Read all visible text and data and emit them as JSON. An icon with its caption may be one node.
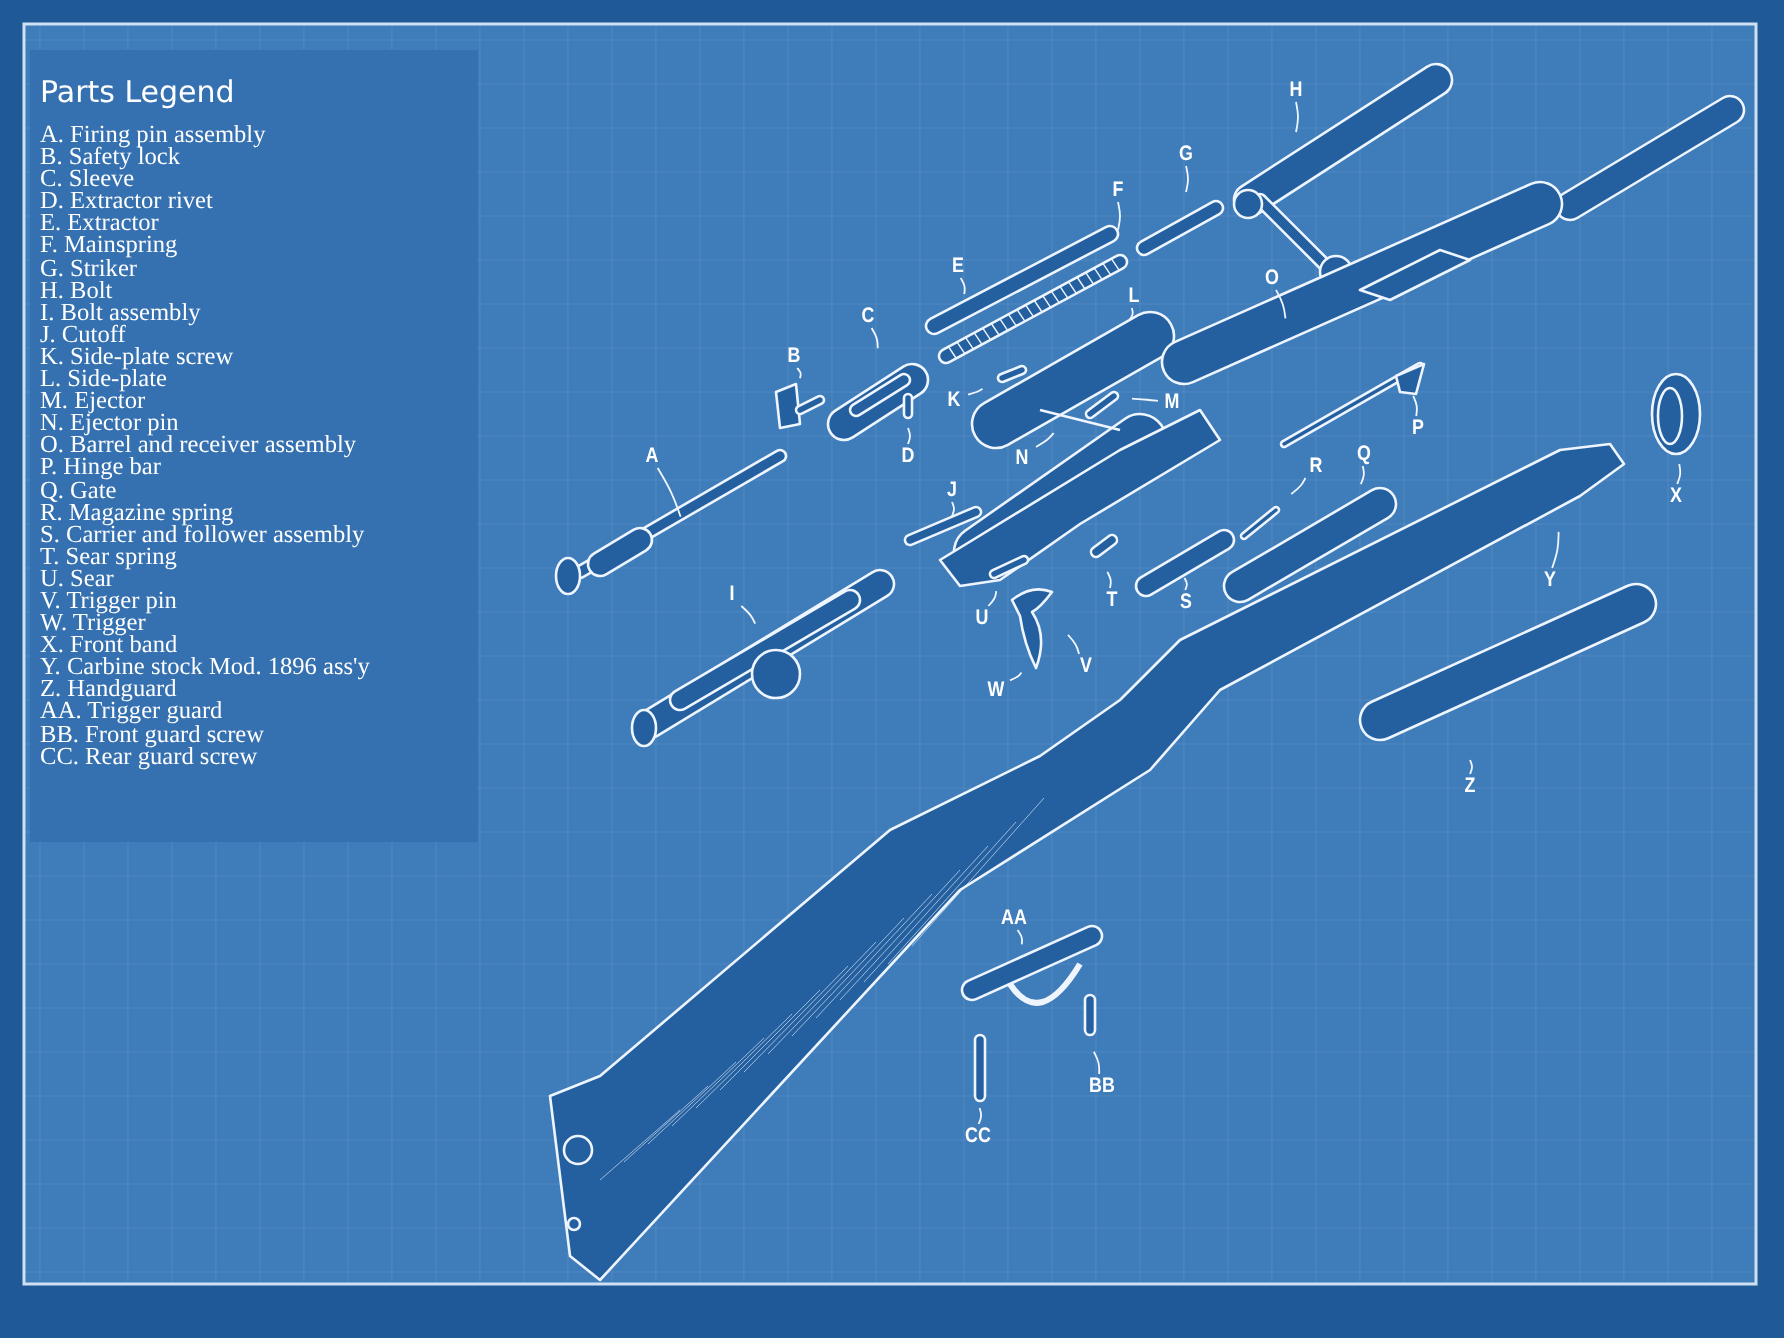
{
  "diagram": {
    "nodes": [
      {
        "text": [
          "Parts Legend",
          "A. Firing pin assembly",
          "B. Safety lock",
          "C. Sleeve",
          "D. Extractor rivet",
          "E. Extractor",
          "F. Mainspring",
          "G. Striker",
          "H. Bolt",
          "I. Bolt assembly",
          "J. Cutoff",
          "K. Side-plate screw",
          "L. Side-plate",
          "M. Ejector",
          "N. Ejector pin",
          "O. Barrel and receiver assembly",
          "P. Hinge bar",
          "Q. Gate",
          "R. Magazine spring",
          "S. Carrier and follower assembly",
          "T. Sear spring",
          "U. Sear",
          "V. Trigger pin",
          "W. Trigger",
          "X. Front band",
          "Y. Carbine stock Mod. 1896 ass'y",
          "Z. Handguard",
          "AA. Trigger guard",
          "BB. Front guard screw",
          "CC. Rear guard screw"
        ]
      },
      {
        "text": [
          "A"
        ]
      },
      {
        "text": [
          "B"
        ]
      },
      {
        "text": [
          "C"
        ]
      },
      {
        "text": [
          "D"
        ]
      },
      {
        "text": [
          "E"
        ]
      },
      {
        "text": [
          "F"
        ]
      },
      {
        "text": [
          "G"
        ]
      },
      {
        "text": [
          "H"
        ]
      },
      {
        "text": [
          "I"
        ]
      },
      {
        "text": [
          "J"
        ]
      },
      {
        "text": [
          "K"
        ]
      },
      {
        "text": [
          "L"
        ]
      },
      {
        "text": [
          "M"
        ]
      },
      {
        "text": [
          "N"
        ]
      },
      {
        "text": [
          "O"
        ]
      },
      {
        "text": [
          "P"
        ]
      },
      {
        "text": [
          "Q"
        ]
      },
      {
        "text": [
          "R"
        ]
      },
      {
        "text": [
          "S"
        ]
      },
      {
        "text": [
          "T"
        ]
      },
      {
        "text": [
          "U"
        ]
      },
      {
        "text": [
          "V"
        ]
      },
      {
        "text": [
          "W"
        ]
      },
      {
        "text": [
          "X"
        ]
      },
      {
        "text": [
          "Y"
        ]
      },
      {
        "text": [
          "Z"
        ]
      },
      {
        "text": [
          "AA"
        ]
      },
      {
        "text": [
          "BB"
        ]
      },
      {
        "text": [
          "CC"
        ]
      }
    ],
    "edges": [
      {
        "from": 1,
        "to": null,
        "arrow": "none"
      },
      {
        "from": 2,
        "to": null,
        "arrow": "none"
      },
      {
        "from": 3,
        "to": null,
        "arrow": "none"
      },
      {
        "from": 4,
        "to": null,
        "arrow": "none"
      },
      {
        "from": 5,
        "to": null,
        "arrow": "none"
      },
      {
        "from": 6,
        "to": null,
        "arrow": "none"
      },
      {
        "from": 7,
        "to": null,
        "arrow": "none"
      },
      {
        "from": 8,
        "to": null,
        "arrow": "none"
      },
      {
        "from": 9,
        "to": null,
        "arrow": "none"
      },
      {
        "from": 10,
        "to": null,
        "arrow": "none"
      },
      {
        "from": 11,
        "to": null,
        "arrow": "none"
      },
      {
        "from": 12,
        "to": null,
        "arrow": "none"
      },
      {
        "from": 13,
        "to": null,
        "arrow": "none"
      },
      {
        "from": 14,
        "to": null,
        "arrow": "none"
      },
      {
        "from": 15,
        "to": null,
        "arrow": "none"
      },
      {
        "from": 16,
        "to": null,
        "arrow": "none"
      },
      {
        "from": 17,
        "to": null,
        "arrow": "none"
      },
      {
        "from": 18,
        "to": null,
        "arrow": "none"
      },
      {
        "from": 19,
        "to": null,
        "arrow": "none"
      },
      {
        "from": 20,
        "to": null,
        "arrow": "none"
      },
      {
        "from": 21,
        "to": null,
        "arrow": "none"
      },
      {
        "from": 22,
        "to": null,
        "arrow": "none"
      },
      {
        "from": 23,
        "to": null,
        "arrow": "none"
      },
      {
        "from": 24,
        "to": null,
        "arrow": "none"
      },
      {
        "from": 25,
        "to": null,
        "arrow": "none"
      },
      {
        "from": 26,
        "to": null,
        "arrow": "none"
      },
      {
        "from": 27,
        "to": null,
        "arrow": "none"
      },
      {
        "from": 28,
        "to": null,
        "arrow": "none"
      },
      {
        "from": 29,
        "to": null,
        "arrow": "none"
      }
    ]
  }
}
